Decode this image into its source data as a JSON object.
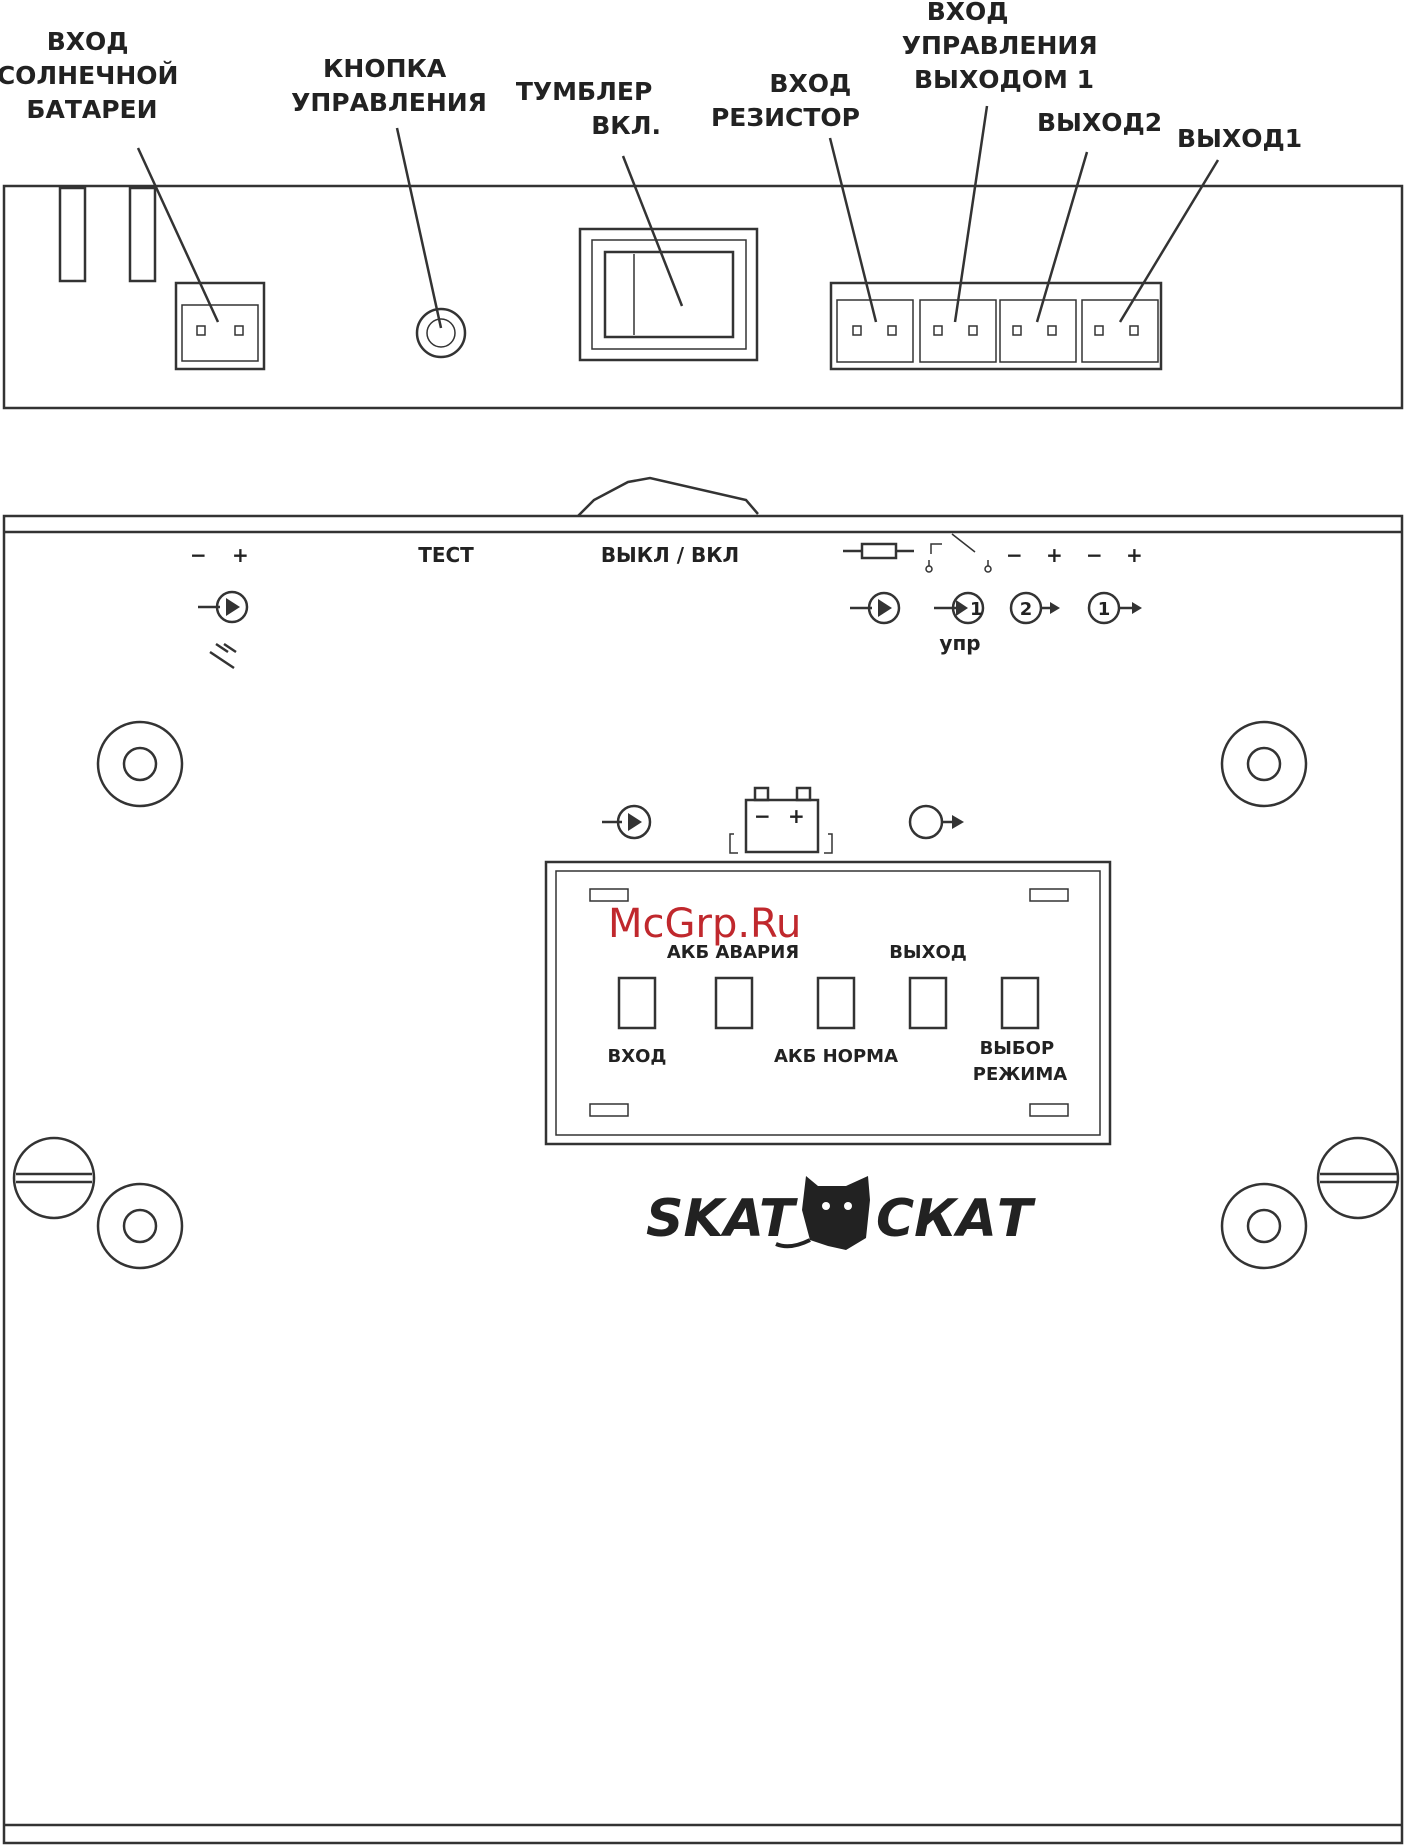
{
  "callouts": {
    "solar_input": [
      "ВХОД",
      "СОЛНЕЧНОЙ",
      "БАТАРЕИ"
    ],
    "control_button": [
      "КНОПКА",
      "УПРАВЛЕНИЯ"
    ],
    "power_switch": [
      "ТУМБЛЕР",
      "ВКЛ."
    ],
    "resistor_input": [
      "ВХОД",
      "РЕЗИСТОР"
    ],
    "output1_control_input": [
      "ВХОД",
      "УПРАВЛЕНИЯ",
      "ВЫХОДОМ 1"
    ],
    "output2": "ВЫХОД2",
    "output1": "ВЫХОД1"
  },
  "front": {
    "minus": "−",
    "plus": "+",
    "test_label": "ТЕСТ",
    "switch_label": "ВЫКЛ / ВКЛ",
    "control_sub": "упр",
    "output2_num": "2",
    "output1_num": "1",
    "control_num": "1"
  },
  "indicator_panel": {
    "battery_alarm": "АКБ АВАРИЯ",
    "output": "ВЫХОД",
    "input": "ВХОД",
    "battery_normal": "АКБ НОРМА",
    "mode_select": [
      "ВЫБОР",
      "РЕЖИМА"
    ],
    "battery_minus": "−",
    "battery_plus": "+"
  },
  "watermark": "McGrp.Ru",
  "brand": {
    "latin": "SKAT",
    "cyrillic": "СКАТ"
  },
  "colors": {
    "line": "#333333",
    "watermark": "#c0282d",
    "background": "#ffffff"
  }
}
